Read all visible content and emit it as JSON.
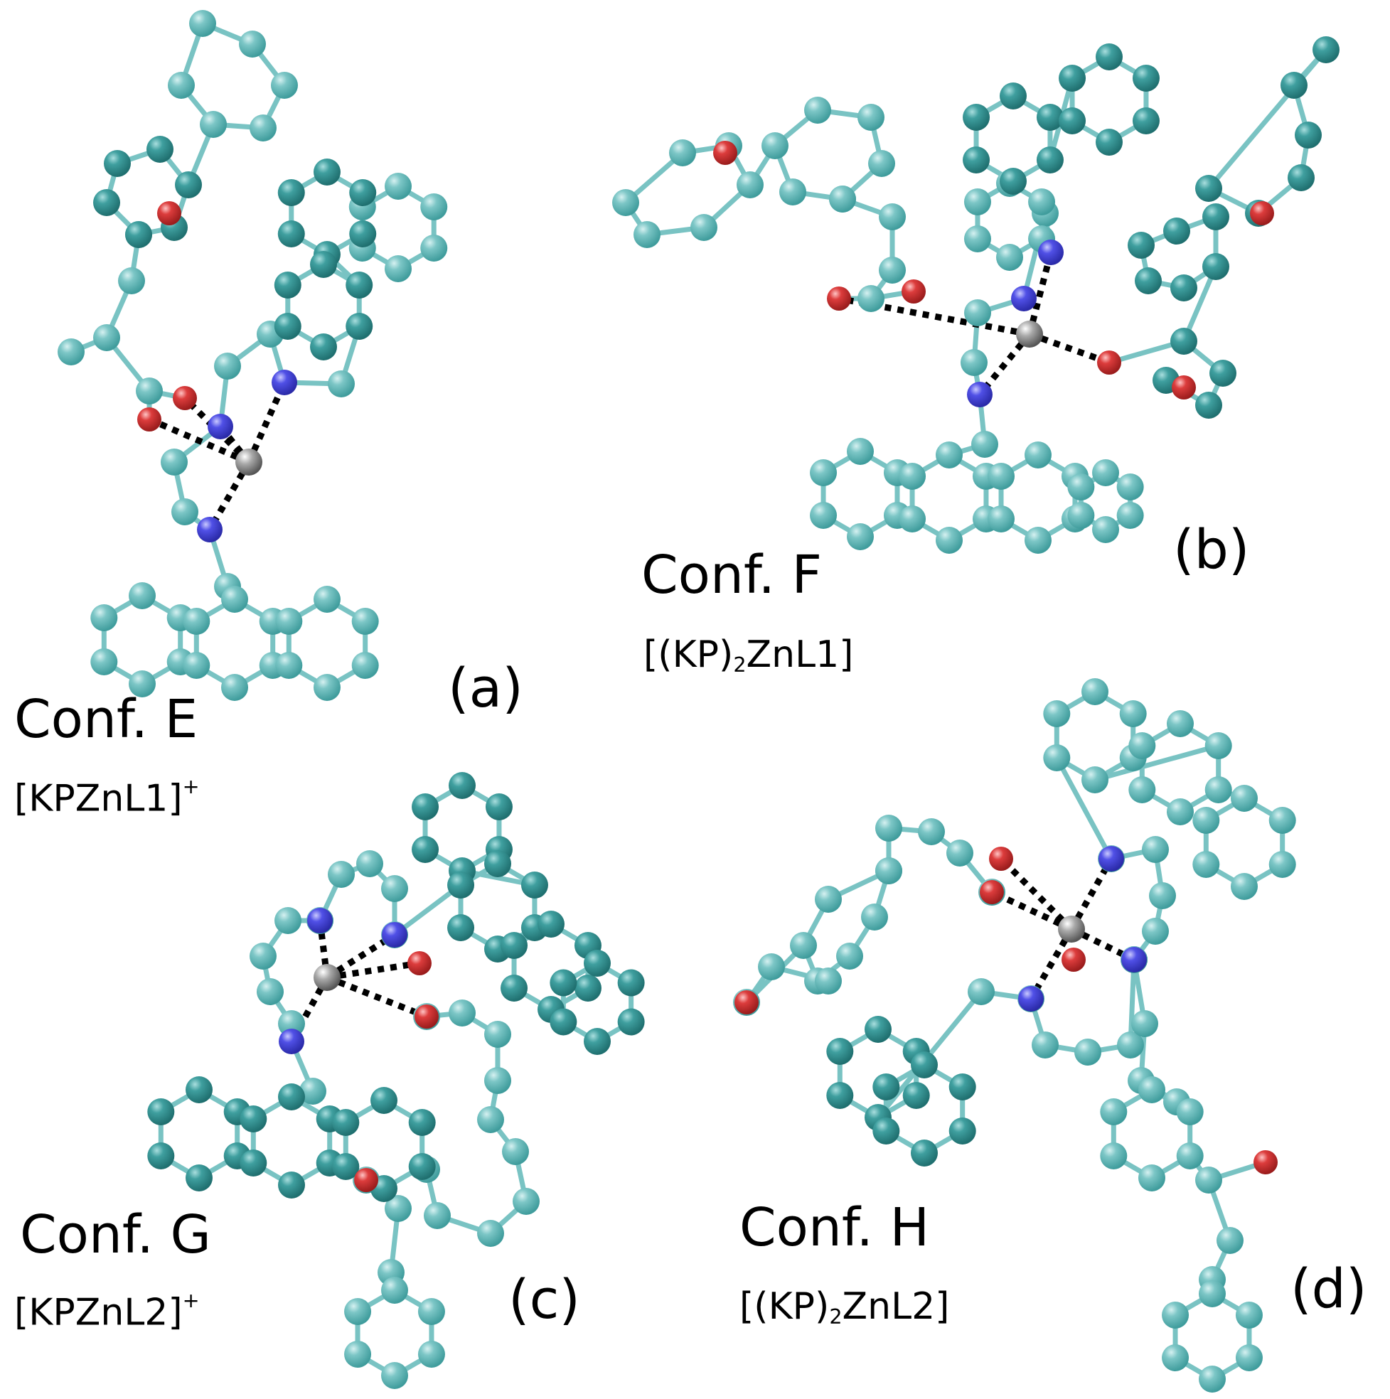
{
  "figure": {
    "colors": {
      "carbon_light": "#7cc6c6",
      "carbon_dark": "#2f8f8f",
      "bond": "#79c3c3",
      "nitrogen": "#4b4be0",
      "oxygen": "#d23a3a",
      "zinc": "#9a9a9a",
      "coordination": "#000000"
    },
    "panels": [
      {
        "id": "a",
        "letter": "(a)",
        "conf": "Conf. E",
        "formula": {
          "pre": "[KPZnL1]",
          "sub": "",
          "post": "",
          "sup": "+"
        }
      },
      {
        "id": "b",
        "letter": "(b)",
        "conf": "Conf. F",
        "formula": {
          "pre": "[(KP)",
          "sub": "2",
          "post": "ZnL1]",
          "sup": ""
        }
      },
      {
        "id": "c",
        "letter": "(c)",
        "conf": "Conf. G",
        "formula": {
          "pre": "[KPZnL2]",
          "sub": "",
          "post": "",
          "sup": "+"
        }
      },
      {
        "id": "d",
        "letter": "(d)",
        "conf": "Conf. H",
        "formula": {
          "pre": "[(KP)",
          "sub": "2",
          "post": "ZnL2]",
          "sup": ""
        }
      }
    ]
  }
}
